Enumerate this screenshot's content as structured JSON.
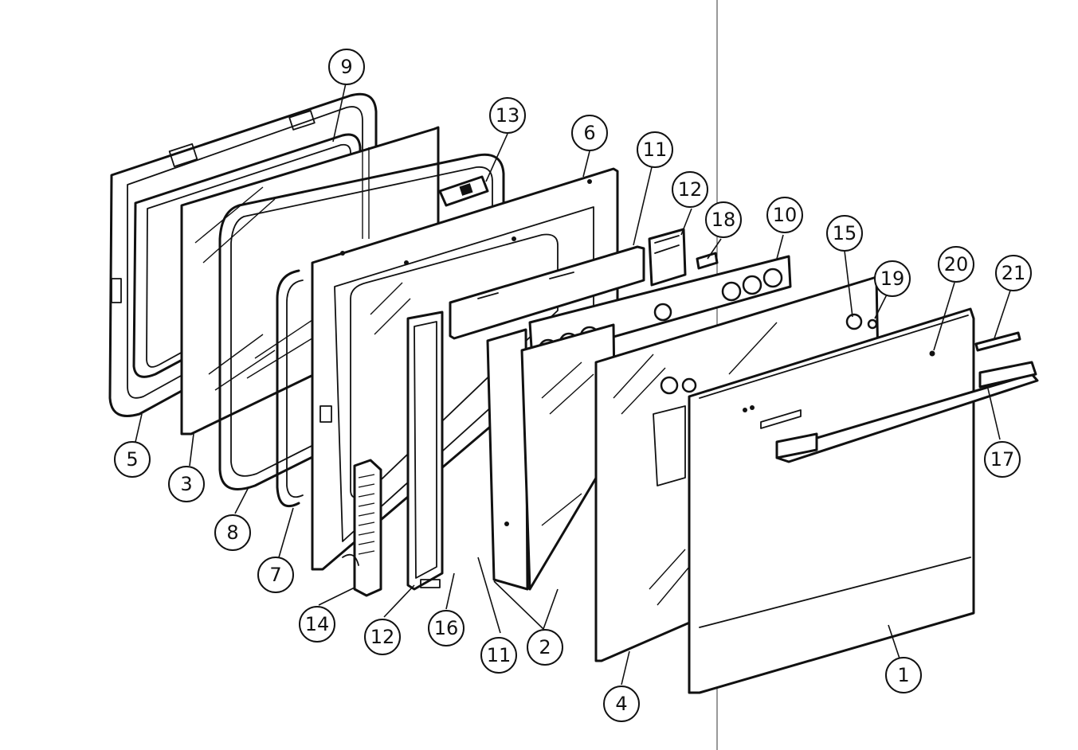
{
  "diagram": {
    "callouts": [
      {
        "id": "c9",
        "label": "9"
      },
      {
        "id": "c13",
        "label": "13"
      },
      {
        "id": "c6",
        "label": "6"
      },
      {
        "id": "c11a",
        "label": "11"
      },
      {
        "id": "c12a",
        "label": "12"
      },
      {
        "id": "c18",
        "label": "18"
      },
      {
        "id": "c10",
        "label": "10"
      },
      {
        "id": "c15",
        "label": "15"
      },
      {
        "id": "c19",
        "label": "19"
      },
      {
        "id": "c20",
        "label": "20"
      },
      {
        "id": "c21",
        "label": "21"
      },
      {
        "id": "c17",
        "label": "17"
      },
      {
        "id": "c5",
        "label": "5"
      },
      {
        "id": "c3",
        "label": "3"
      },
      {
        "id": "c8",
        "label": "8"
      },
      {
        "id": "c7",
        "label": "7"
      },
      {
        "id": "c14",
        "label": "14"
      },
      {
        "id": "c12b",
        "label": "12"
      },
      {
        "id": "c16",
        "label": "16"
      },
      {
        "id": "c11b",
        "label": "11"
      },
      {
        "id": "c2",
        "label": "2"
      },
      {
        "id": "c4",
        "label": "4"
      },
      {
        "id": "c1",
        "label": "1"
      }
    ]
  }
}
